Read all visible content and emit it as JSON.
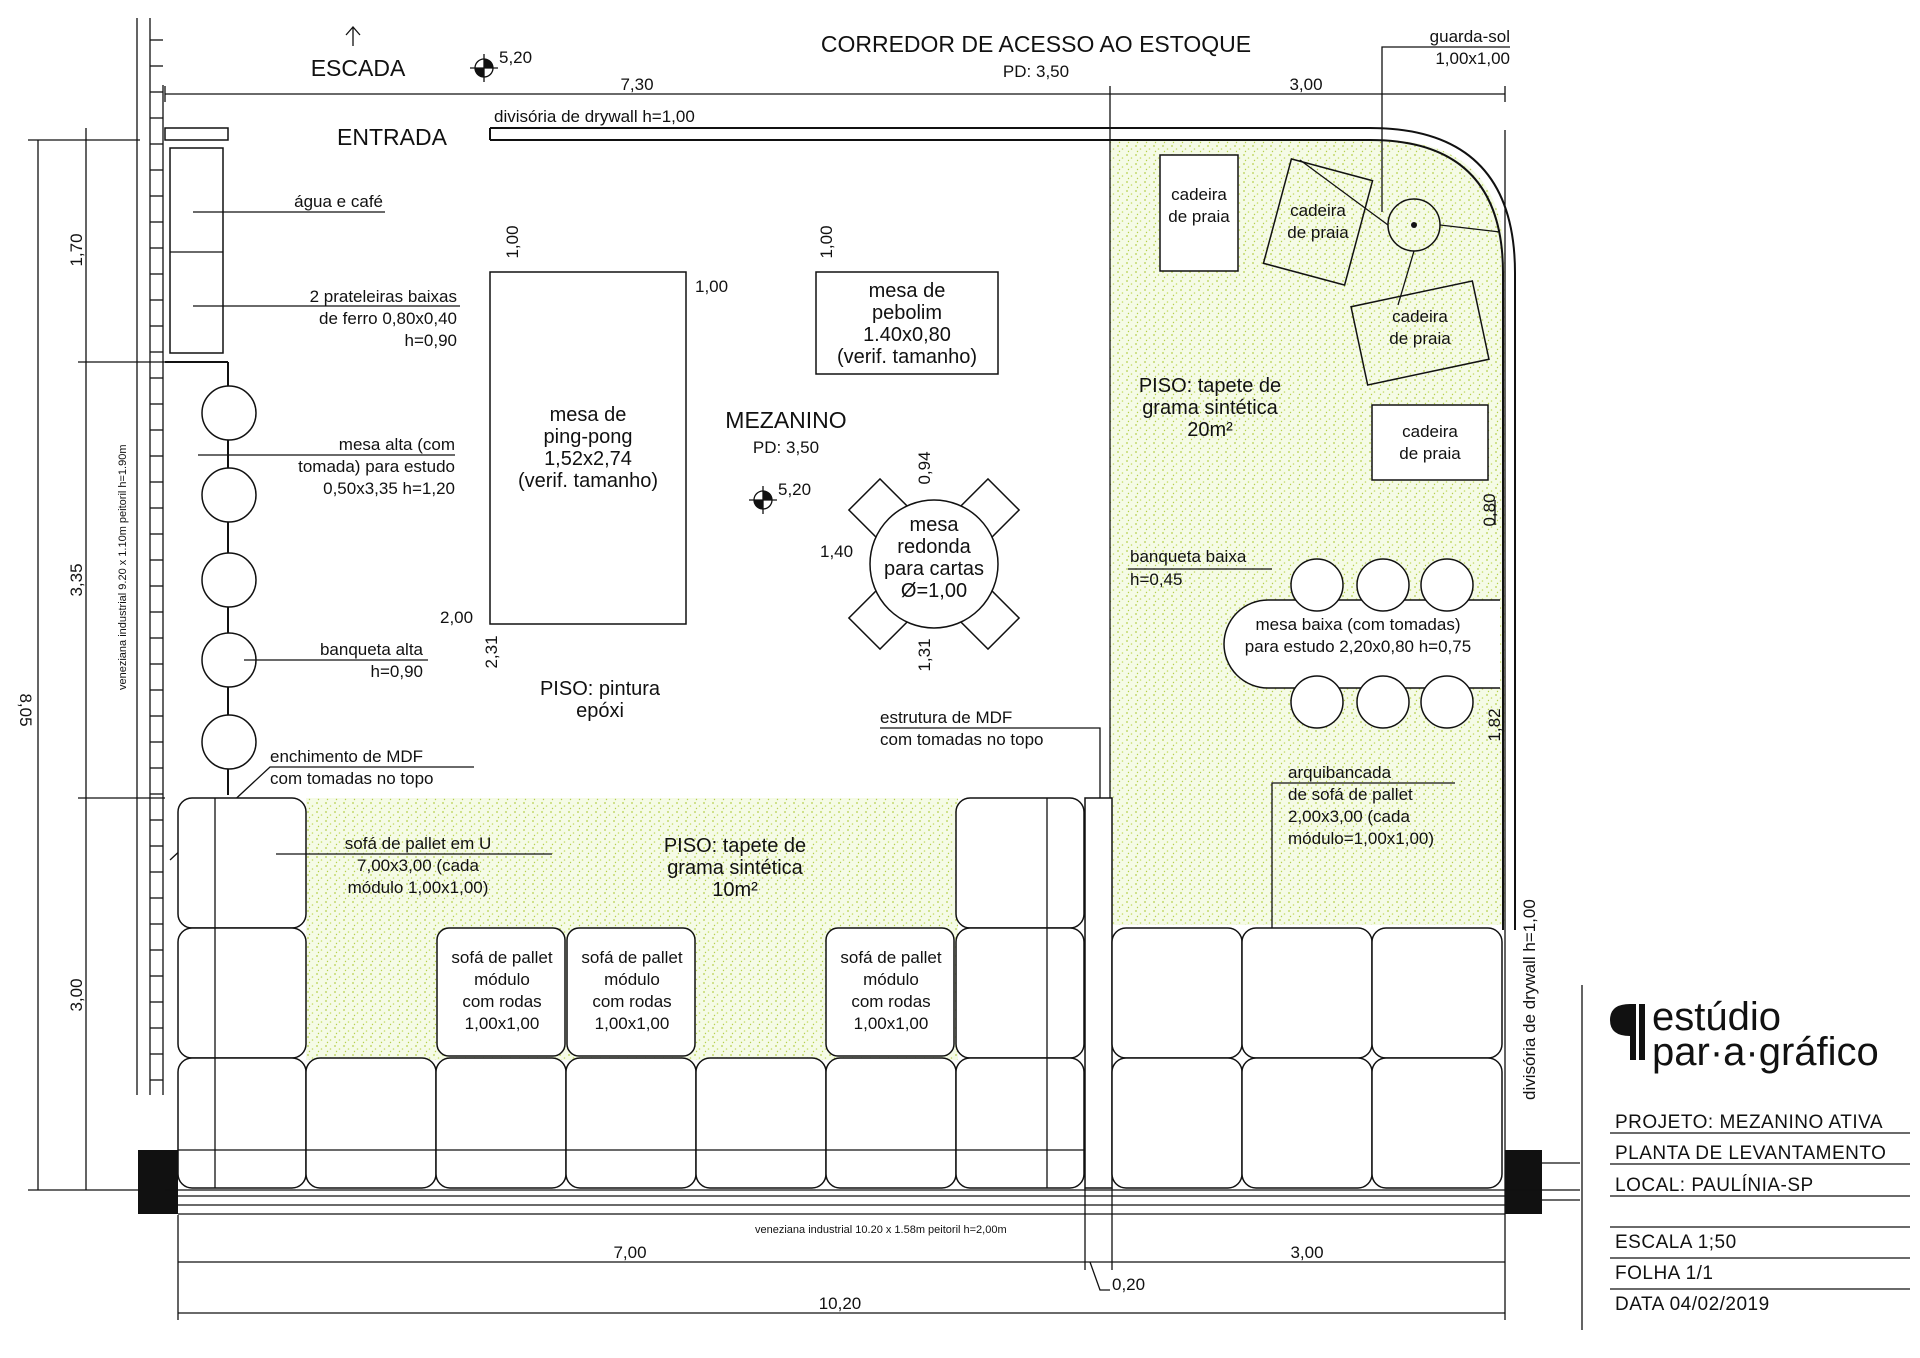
{
  "header": {
    "corridor": "CORREDOR DE ACESSO AO ESTOQUE",
    "pd_top": "PD: 3,50",
    "stairs": "ESCADA",
    "entry": "ENTRADA",
    "level_top": "5,20",
    "umbrella": "guarda-sol",
    "umbrella_size": "1,00x1,00"
  },
  "dims": {
    "top_left": "7,30",
    "top_right": "3,00",
    "left_170": "1,70",
    "left_335": "3,35",
    "left_300": "3,00",
    "left_total": "8,05",
    "bottom_700": "7,00",
    "bottom_300": "3,00",
    "bottom_020": "0,20",
    "bottom_total": "10,20",
    "d100a": "1,00",
    "d100b": "1,00",
    "d100c": "1,00",
    "d200": "2,00",
    "d231": "2,31",
    "d094": "0,94",
    "d140": "1,40",
    "d131": "1,31",
    "d080": "0,80",
    "d182": "1,82"
  },
  "labels": {
    "drywall_top": "divisória de drywall h=1,00",
    "drywall_right": "divisória de drywall h=1,00",
    "water": "água e café",
    "shelves": [
      "2 prateleiras baixas",
      "de ferro 0,80x0,40",
      "h=0,90"
    ],
    "high_table": [
      "mesa alta (com",
      "tomada) para estudo",
      "0,50x3,35 h=1,20"
    ],
    "high_stool": [
      "banqueta alta",
      "h=0,90"
    ],
    "mdf_fill": [
      "enchimento de MDF",
      "com tomadas no topo"
    ],
    "window_left": "veneziana industrial 9.20 x 1.10m   peitoril h=1.90m",
    "window_bottom": "veneziana industrial 10.20 x 1.58m   peitoril h=2,00m",
    "pingpong": [
      "mesa de",
      "ping-pong",
      "1,52x2,74",
      "(verif. tamanho)"
    ],
    "foosball": [
      "mesa de",
      "pebolim",
      "1.40x0,80",
      "(verif. tamanho)"
    ],
    "mezzanine": "MEZANINO",
    "pd_mid": "PD: 3,50",
    "level_mid": "5,20",
    "round_table": [
      "mesa",
      "redonda",
      "para cartas",
      "Ø=1,00"
    ],
    "floor_epoxy": [
      "PISO: pintura",
      "epóxi"
    ],
    "mdf_structure": [
      "estrutura de MDF",
      "com tomadas no topo"
    ],
    "beach_chair": [
      "cadeira",
      "de praia"
    ],
    "grass_20": [
      "PISO: tapete de",
      "grama sintética",
      "20m²"
    ],
    "low_stool": [
      "banqueta baixa",
      "h=0,45"
    ],
    "low_table": [
      "mesa baixa (com tomadas)",
      "para estudo 2,20x0,80 h=0,75"
    ],
    "bleachers": [
      "arquibancada",
      "de sofá de pallet",
      "2,00x3,00 (cada",
      "módulo=1,00x1,00)"
    ],
    "u_sofa": [
      "sofá de pallet em U",
      "7,00x3,00 (cada",
      "módulo 1,00x1,00)"
    ],
    "grass_10": [
      "PISO: tapete de",
      "grama sintética",
      "10m²"
    ],
    "wheel_module": [
      "sofá de pallet",
      "módulo",
      "com rodas",
      "1,00x1,00"
    ]
  },
  "titleblock": {
    "logo_line1": "estúdio",
    "logo_line2": "par·a·gráfico",
    "project": "PROJETO: MEZANINO ATIVA",
    "sheet_type": "PLANTA DE LEVANTAMENTO",
    "location": "LOCAL: PAULÍNIA-SP",
    "scale": "ESCALA 1;50",
    "sheet": "FOLHA 1/1",
    "date": "DATA 04/02/2019"
  },
  "colors": {
    "grass_fill": "#f5fbe6",
    "grass_dot": "#b6cf4c",
    "line": "#111111"
  }
}
